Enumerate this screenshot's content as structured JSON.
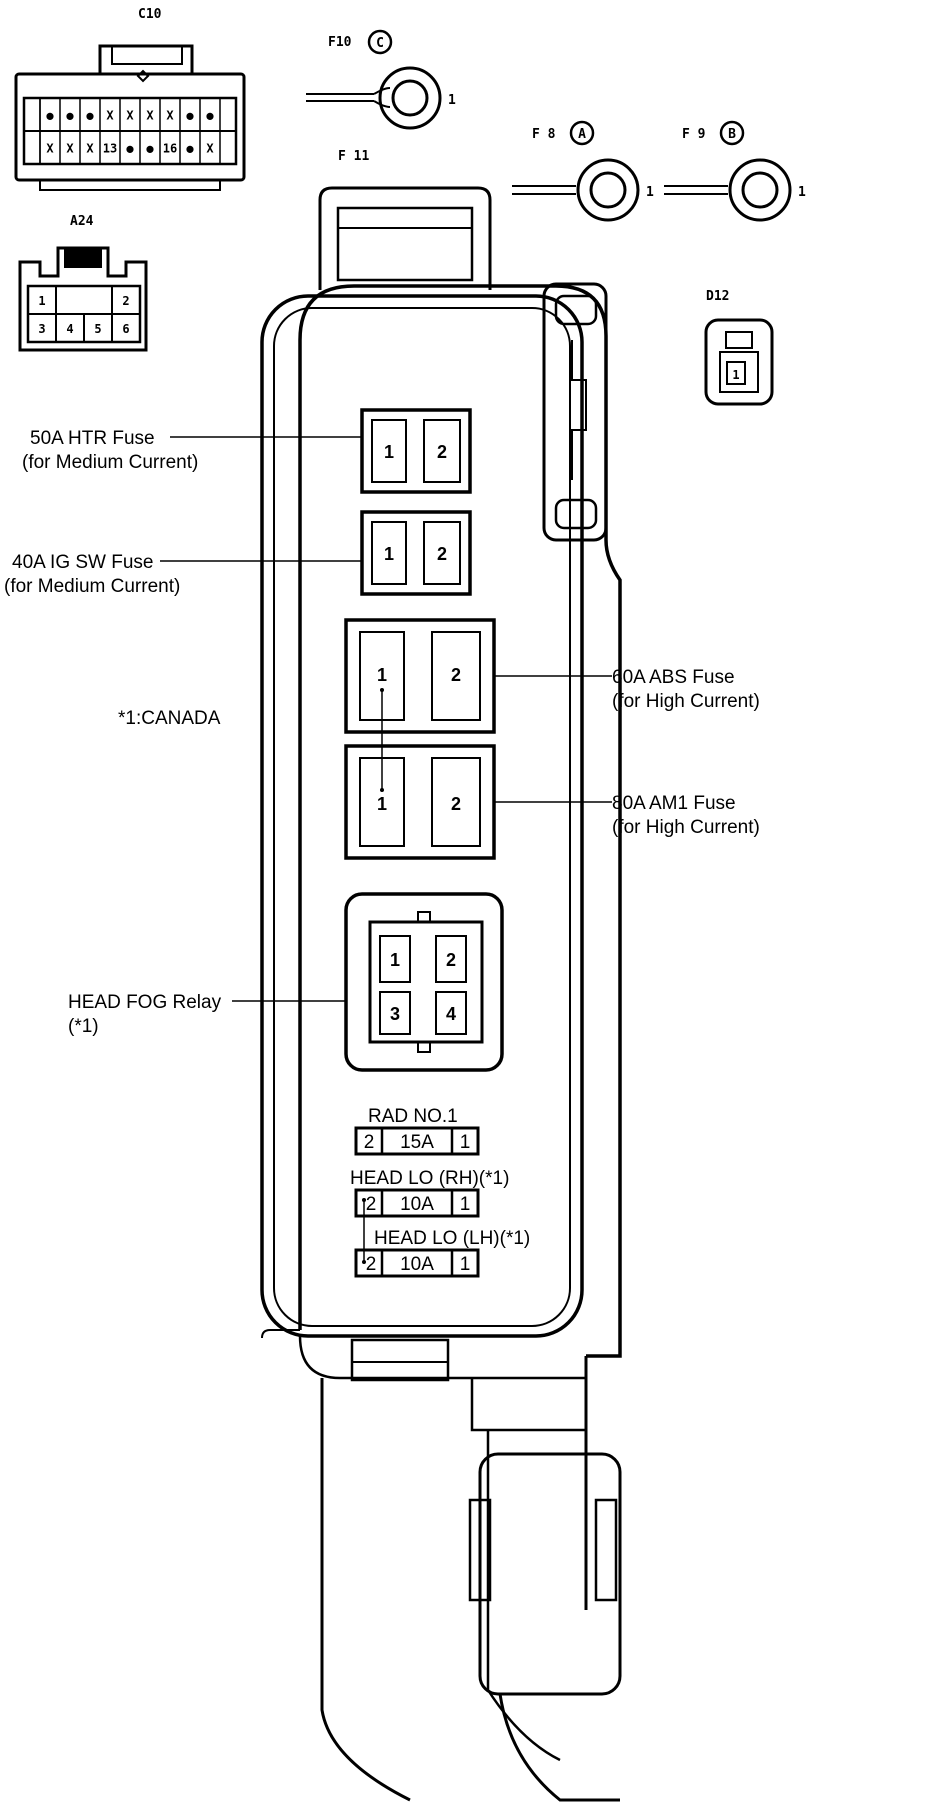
{
  "connectors": {
    "c10": {
      "name": "C10",
      "row1": [
        "●",
        "●",
        "●",
        "X",
        "X",
        "X",
        "X",
        "●",
        "●"
      ],
      "row2": [
        "X",
        "X",
        "X",
        "13",
        "●",
        "●",
        "16",
        "●",
        "X"
      ]
    },
    "a24": {
      "name": "A24",
      "pins": [
        "1",
        "2",
        "3",
        "4",
        "5",
        "6"
      ]
    },
    "d12": {
      "name": "D12",
      "pin": "1"
    }
  },
  "terminals": {
    "f10": {
      "name": "F10",
      "badge": "C",
      "pin": "1"
    },
    "f8": {
      "name": "F 8",
      "badge": "A",
      "pin": "1"
    },
    "f9": {
      "name": "F 9",
      "badge": "B",
      "pin": "1"
    },
    "f11": {
      "name": "F 11"
    }
  },
  "labels": {
    "htr": {
      "line1": "50A HTR Fuse",
      "line2": "(for Medium Current)"
    },
    "igsw": {
      "line1": "40A IG SW Fuse",
      "line2": "(for Medium Current)"
    },
    "abs": {
      "line1": "60A ABS Fuse",
      "line2": "(for High Current)"
    },
    "am1": {
      "line1": "80A AM1 Fuse",
      "line2": "(for High Current)"
    },
    "relay": {
      "line1": "HEAD FOG Relay",
      "line2": "(*1)"
    },
    "note": "*1:CANADA"
  },
  "fuse_pins": {
    "one": "1",
    "two": "2",
    "three": "3",
    "four": "4"
  },
  "mini_fuses": [
    {
      "title": "RAD NO.1",
      "left": "2",
      "amp": "15A",
      "right": "1"
    },
    {
      "title": "HEAD LO (RH)(*1)",
      "left": "2",
      "amp": "10A",
      "right": "1"
    },
    {
      "title": "HEAD LO (LH)(*1)",
      "left": "2",
      "amp": "10A",
      "right": "1"
    }
  ]
}
